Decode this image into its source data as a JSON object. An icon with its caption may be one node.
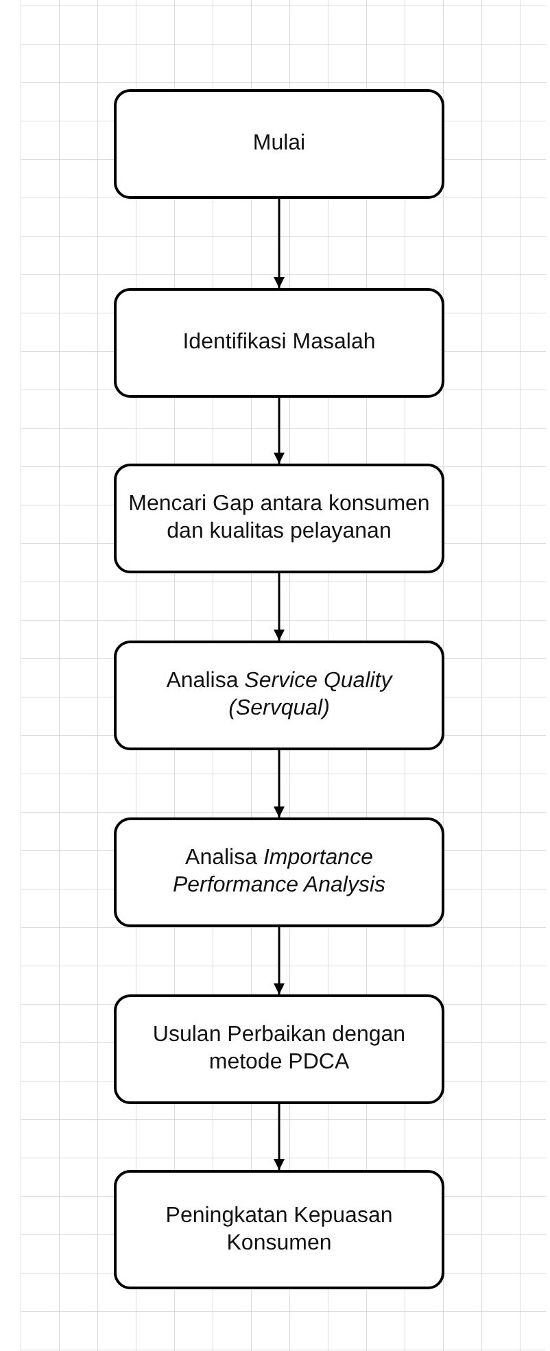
{
  "diagram": {
    "nodes": [
      {
        "text": [
          "Mulai"
        ]
      },
      {
        "text": [
          "Identifikasi Masalah"
        ]
      },
      {
        "text": [
          "Mencari Gap antara konsumen dan kualitas pelayanan"
        ]
      },
      {
        "text": [
          "Analisa *Service Quality (Servqual)*"
        ]
      },
      {
        "text": [
          "Analisa *Importance Performance Analysis*"
        ]
      },
      {
        "text": [
          "Usulan Perbaikan dengan metode PDCA"
        ]
      },
      {
        "text": [
          "Peningkatan Kepuasan Konsumen"
        ]
      }
    ],
    "edges": [
      {
        "from": 0,
        "to": 1,
        "arrow": "to"
      },
      {
        "from": 1,
        "to": 2,
        "arrow": "to"
      },
      {
        "from": 2,
        "to": 3,
        "arrow": "to"
      },
      {
        "from": 3,
        "to": 4,
        "arrow": "to"
      },
      {
        "from": 4,
        "to": 5,
        "arrow": "to"
      },
      {
        "from": 5,
        "to": 6,
        "arrow": "to"
      }
    ]
  }
}
